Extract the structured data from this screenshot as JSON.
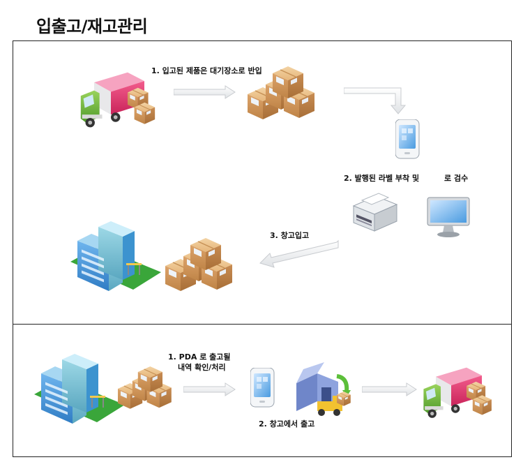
{
  "page": {
    "title": "입출고/재고관리"
  },
  "inbound": {
    "step1": "1. 입고된 제품은 대기장소로 반입",
    "step2": "2. 발행된 라벨 부착 및",
    "step2b": "로 검수",
    "step3": "3. 창고입고"
  },
  "outbound": {
    "step1_line1": "1.  PDA  로 출고될",
    "step1_line2": "내역 확인/처리",
    "step2": "2. 창고에서 출고"
  },
  "colors": {
    "arrow_fill": "#e9ebed",
    "arrow_stroke": "#c8cbcf",
    "box": "#d29a5c",
    "truck_body": "#e33a70",
    "truck_cab": "#6fbf3c",
    "building": "#3f8fd6"
  },
  "icons": [
    "delivery-truck-icon",
    "cardboard-boxes-icon",
    "pda-device-icon",
    "label-printer-icon",
    "monitor-icon",
    "warehouse-building-icon",
    "factory-forklift-icon"
  ]
}
